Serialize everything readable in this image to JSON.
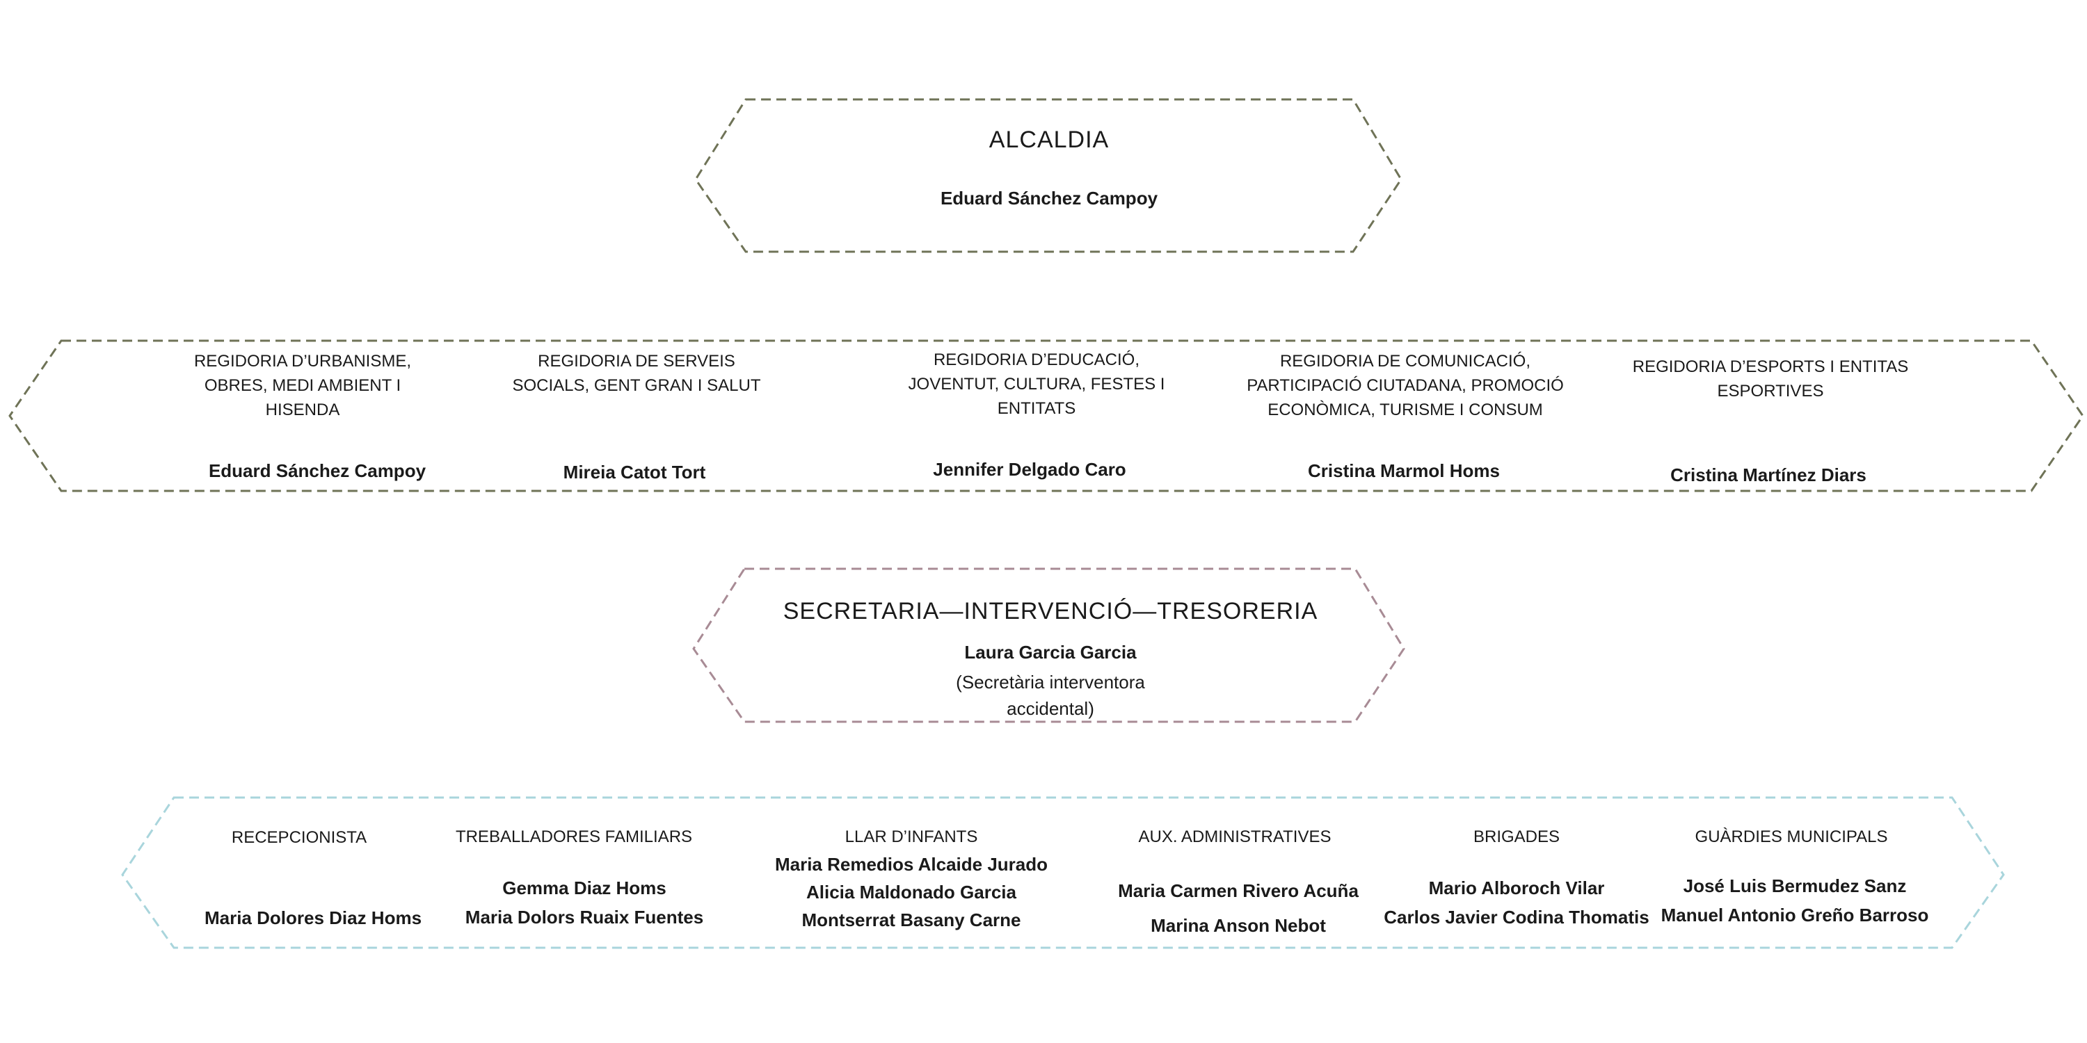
{
  "colors": {
    "top_border": "#6f7357",
    "council_border": "#6f7357",
    "secretariat_border": "#a88b95",
    "staff_border": "#a9d5dc"
  },
  "alcaldia": {
    "title": "ALCALDIA",
    "name": "Eduard Sánchez Campoy"
  },
  "regidories": [
    {
      "area": "REGIDORIA D’URBANISME, OBRES, MEDI AMBIENT I HISENDA",
      "area_lines": [
        "REGIDORIA D’URBANISME,",
        "OBRES, MEDI AMBIENT I",
        "HISENDA"
      ],
      "name": "Eduard Sánchez Campoy"
    },
    {
      "area": "REGIDORIA  DE SERVEIS SOCIALS, GENT GRAN I SALUT",
      "area_lines": [
        "REGIDORIA  DE SERVEIS",
        "SOCIALS, GENT GRAN I SALUT"
      ],
      "name": "Mireia Catot Tort"
    },
    {
      "area": "REGIDORIA D’EDUCACIÓ, JOVENTUT, CULTURA, FESTES I ENTITATS",
      "area_lines": [
        "REGIDORIA D’EDUCACIÓ,",
        "JOVENTUT, CULTURA, FESTES I",
        "ENTITATS"
      ],
      "name": "Jennifer Delgado Caro"
    },
    {
      "area": "REGIDORIA DE COMUNICACIÓ, PARTICIPACIÓ CIUTADANA, PROMOCIÓ ECONÒMICA, TURISME I CONSUM",
      "area_lines": [
        "REGIDORIA DE COMUNICACIÓ,",
        "PARTICIPACIÓ CIUTADANA, PROMOCIÓ",
        "ECONÒMICA, TURISME I CONSUM"
      ],
      "name": "Cristina Marmol Homs"
    },
    {
      "area": "REGIDORIA D’ESPORTS I ENTITAS ESPORTIVES",
      "area_lines": [
        "REGIDORIA D’ESPORTS I ENTITAS",
        "ESPORTIVES"
      ],
      "name": "Cristina Martínez Diars"
    }
  ],
  "secretaria": {
    "title": "SECRETARIA—INTERVENCIÓ—TRESORERIA",
    "name": "Laura Garcia Garcia",
    "role_lines": [
      "(Secretària interventora",
      "accidental)"
    ]
  },
  "staff": [
    {
      "area": "RECEPCIONISTA",
      "names": [
        "Maria Dolores Diaz Homs"
      ]
    },
    {
      "area": "TREBALLADORES  FAMILIARS",
      "names": [
        "Gemma Diaz Homs",
        "Maria Dolors Ruaix Fuentes"
      ]
    },
    {
      "area": "LLAR D’INFANTS",
      "names": [
        "Maria Remedios Alcaide Jurado",
        "Alicia Maldonado Garcia",
        "Montserrat Basany Carne"
      ]
    },
    {
      "area": "AUX. ADMINISTRATIVES",
      "names": [
        "Maria Carmen Rivero Acuña",
        "Marina Anson Nebot"
      ]
    },
    {
      "area": "BRIGADES",
      "names": [
        "Mario Alboroch Vilar",
        "Carlos Javier Codina Thomatis"
      ]
    },
    {
      "area": "GUÀRDIES MUNICIPALS",
      "names": [
        "José Luis Bermudez Sanz",
        "Manuel Antonio Greño Barroso"
      ]
    }
  ]
}
